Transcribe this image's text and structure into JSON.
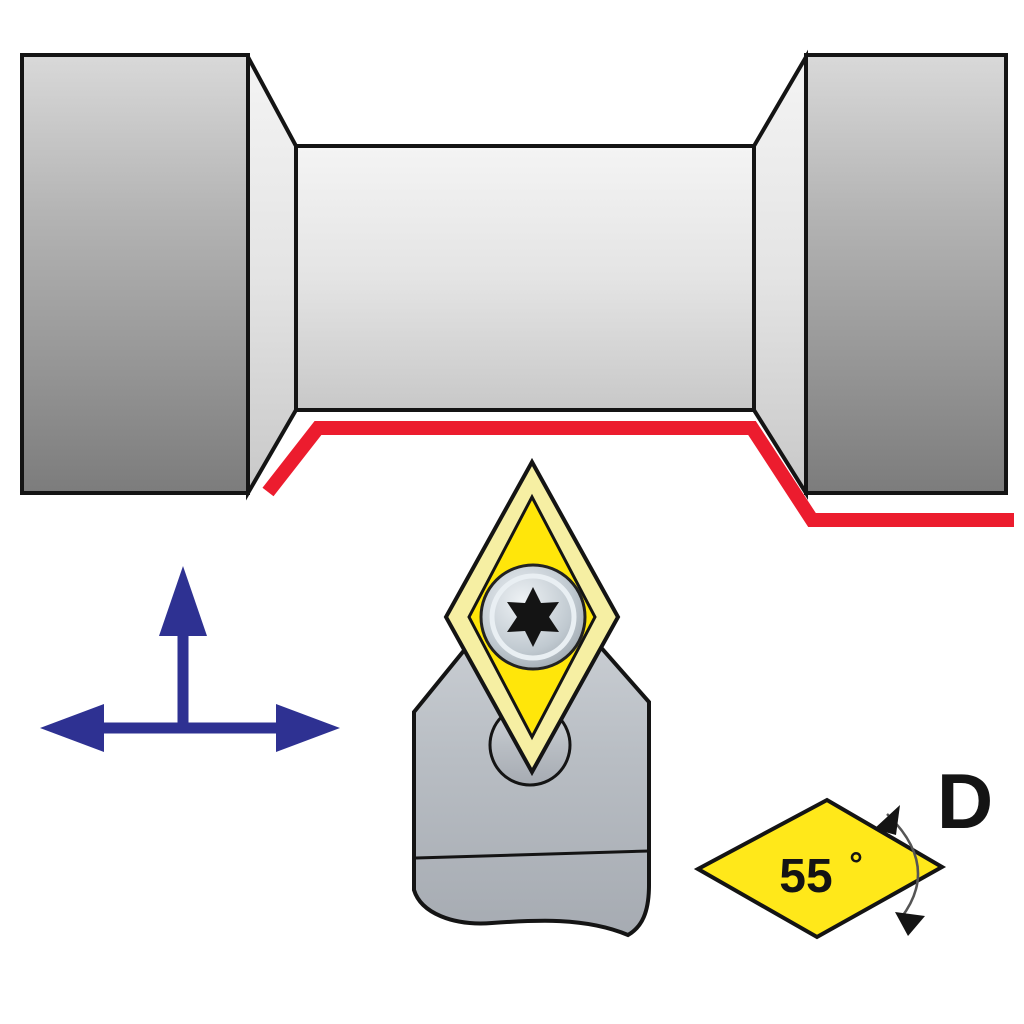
{
  "indicator": {
    "shape_code": "D",
    "angle_value": "55",
    "degree_symbol": "°"
  },
  "colors": {
    "outline": "#141414",
    "toolpath_red": "#EC1C2E",
    "axis_blue": "#2E3192",
    "insert_inner_yellow": "#FFE60A",
    "insert_outer_yellow": "#F6EFA3",
    "indicator_yellow": "#FFE81A",
    "holder_gray": "#B9BEC5"
  },
  "icons": {
    "workpiece": "stepped-shaft-workpiece",
    "toolpath": "red-profile-toolpath-line",
    "axes": "feed-direction-cross-arrows-icon",
    "tool": "turning-toolholder",
    "insert": "55deg-diamond-insert",
    "screw": "torx-screw-icon",
    "shape_indicator": "insert-shape-D-indicator"
  }
}
